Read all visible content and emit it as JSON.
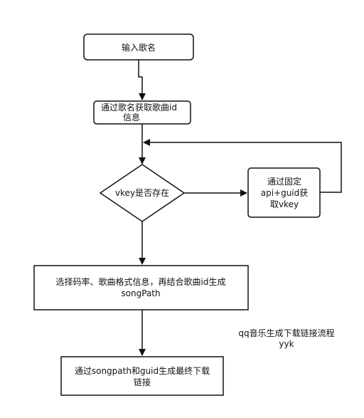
{
  "nodes": {
    "input_song_name": "输入歌名",
    "get_song_info": [
      "通过歌名获取歌曲id",
      "信息"
    ],
    "vkey_exists": "vkey是否存在",
    "get_vkey": [
      "通过固定",
      "api+guid获",
      "取vkey"
    ],
    "build_song_path": [
      "选择码率、歌曲格式信息，再结合歌曲id生成",
      "songPath"
    ],
    "generate_link": [
      "通过songpath和guid生成最终下载",
      "链接"
    ]
  },
  "caption": {
    "title": "qq音乐生成下载链接流程",
    "author": "yyk"
  },
  "colors": {
    "stroke": "#111111",
    "fill": "#ffffff"
  }
}
